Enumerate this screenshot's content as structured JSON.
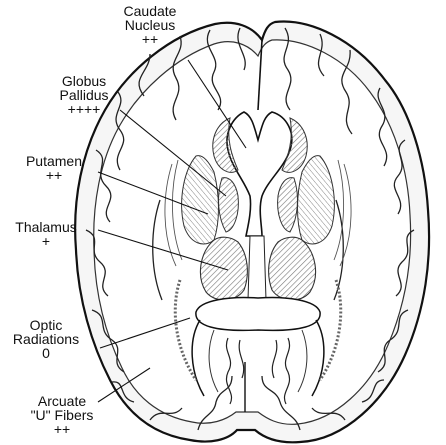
{
  "labels": {
    "caudate": {
      "line1": "Caudate",
      "line2": "Nucleus",
      "grade": "++"
    },
    "globus": {
      "line1": "Globus",
      "line2": "Pallidus",
      "grade": "++++"
    },
    "putamen": {
      "line1": "Putamen",
      "grade": "++"
    },
    "thalamus": {
      "line1": "Thalamus",
      "grade": "+"
    },
    "optic": {
      "line1": "Optic",
      "line2": "Radiations",
      "grade": "0"
    },
    "arcuate": {
      "line1": "Arcuate",
      "line2": "\"U\" Fibers",
      "grade": "++"
    }
  }
}
